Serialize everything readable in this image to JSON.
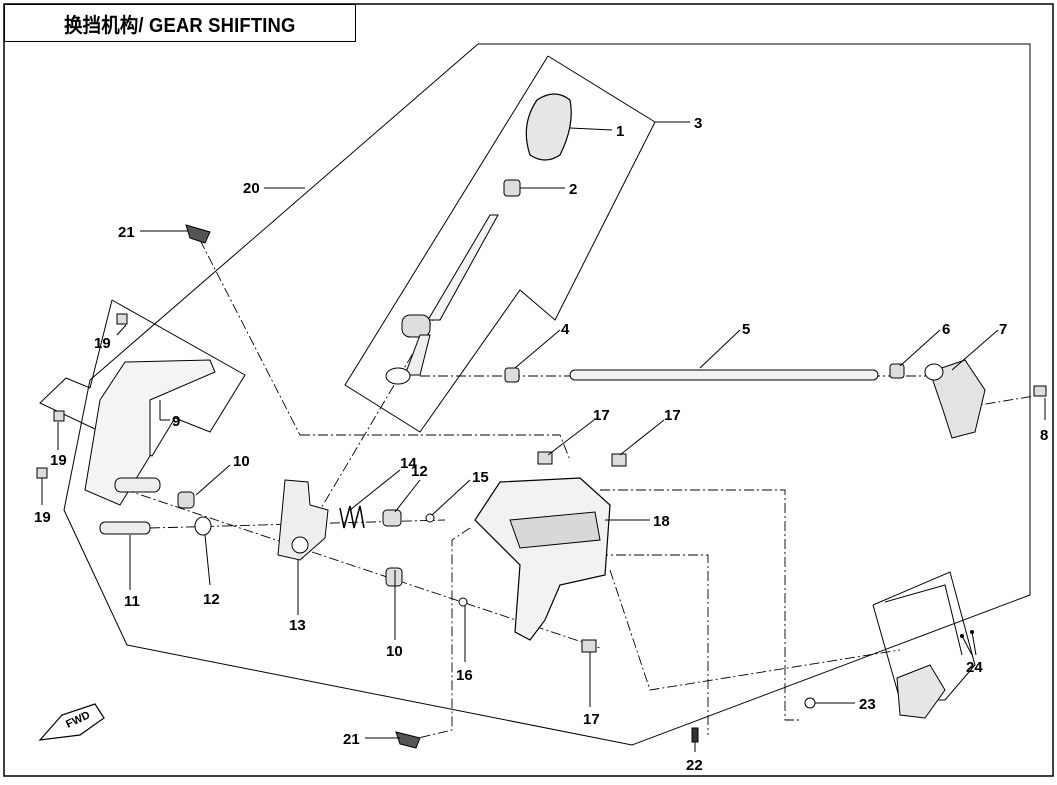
{
  "title": "换挡机构/ GEAR SHIFTING",
  "fwd_label": "FWD",
  "callouts": [
    {
      "id": "c1",
      "label": "1"
    },
    {
      "id": "c2",
      "label": "2"
    },
    {
      "id": "c3",
      "label": "3"
    },
    {
      "id": "c4",
      "label": "4"
    },
    {
      "id": "c5",
      "label": "5"
    },
    {
      "id": "c6",
      "label": "6"
    },
    {
      "id": "c7",
      "label": "7"
    },
    {
      "id": "c8",
      "label": "8"
    },
    {
      "id": "c9",
      "label": "9"
    },
    {
      "id": "c10a",
      "label": "10"
    },
    {
      "id": "c10b",
      "label": "10"
    },
    {
      "id": "c11",
      "label": "11"
    },
    {
      "id": "c12a",
      "label": "12"
    },
    {
      "id": "c12b",
      "label": "12"
    },
    {
      "id": "c13",
      "label": "13"
    },
    {
      "id": "c14",
      "label": "14"
    },
    {
      "id": "c15",
      "label": "15"
    },
    {
      "id": "c16",
      "label": "16"
    },
    {
      "id": "c17a",
      "label": "17"
    },
    {
      "id": "c17b",
      "label": "17"
    },
    {
      "id": "c17c",
      "label": "17"
    },
    {
      "id": "c18",
      "label": "18"
    },
    {
      "id": "c19a",
      "label": "19"
    },
    {
      "id": "c19b",
      "label": "19"
    },
    {
      "id": "c19c",
      "label": "19"
    },
    {
      "id": "c20",
      "label": "20"
    },
    {
      "id": "c21a",
      "label": "21"
    },
    {
      "id": "c21b",
      "label": "21"
    },
    {
      "id": "c22",
      "label": "22"
    },
    {
      "id": "c23",
      "label": "23"
    },
    {
      "id": "c24",
      "label": "24"
    }
  ]
}
